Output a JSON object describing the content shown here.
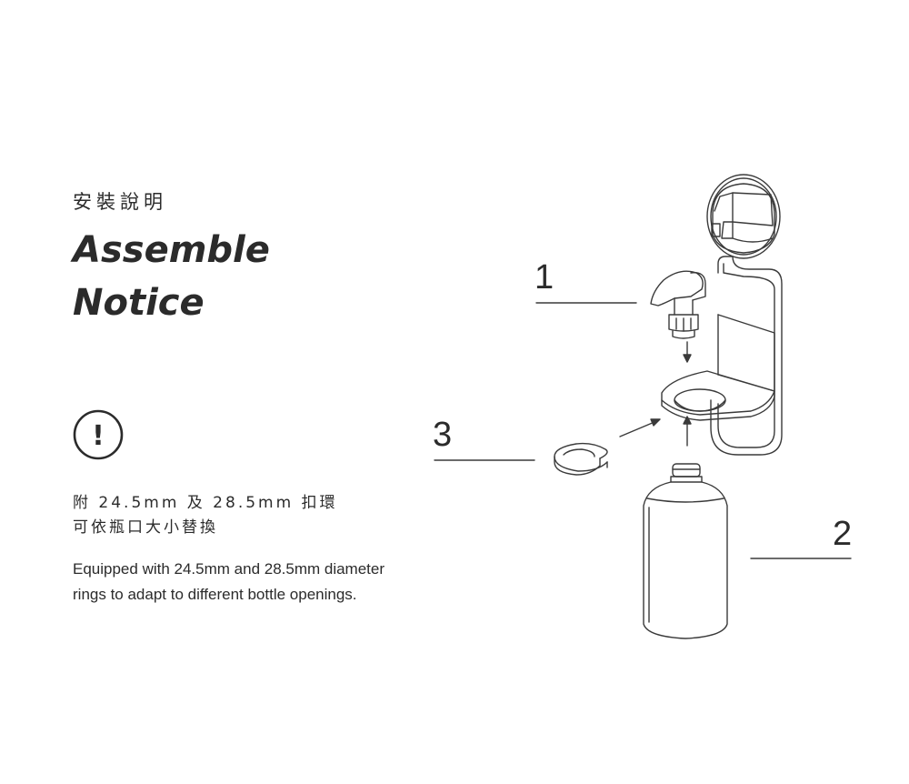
{
  "heading": {
    "chinese": "安裝說明",
    "english_line1": "Assemble",
    "english_line2": "Notice"
  },
  "notice": {
    "icon": "exclamation-circle-icon",
    "icon_glyph": "!",
    "chinese_line1": "附 24.5mm 及 28.5mm 扣環",
    "chinese_line2": "可依瓶口大小替換",
    "english_line1": "Equipped with 24.5mm and 28.5mm diameter",
    "english_line2": "rings to adapt to different bottle openings."
  },
  "callouts": {
    "pump": "1",
    "bottle": "2",
    "ring": "3"
  },
  "colors": {
    "text": "#2b2b2b",
    "line": "#3a3a3a",
    "background": "#ffffff"
  }
}
